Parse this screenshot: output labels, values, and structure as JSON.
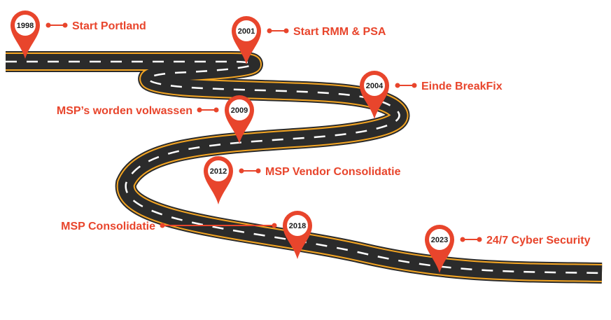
{
  "colors": {
    "accent": "#e8452c",
    "road": "#2b2b2b",
    "edge": "#f5a623",
    "lane": "#ffffff"
  },
  "milestones": [
    {
      "year": "1998",
      "label": "Start Portland"
    },
    {
      "year": "2001",
      "label": "Start RMM & PSA"
    },
    {
      "year": "2004",
      "label": "Einde BreakFix"
    },
    {
      "year": "2009",
      "label": "MSP’s worden volwassen"
    },
    {
      "year": "2012",
      "label": "MSP Vendor  Consolidatie"
    },
    {
      "year": "2018",
      "label": "MSP Consolidatie"
    },
    {
      "year": "2023",
      "label": "24/7 Cyber Security"
    }
  ]
}
